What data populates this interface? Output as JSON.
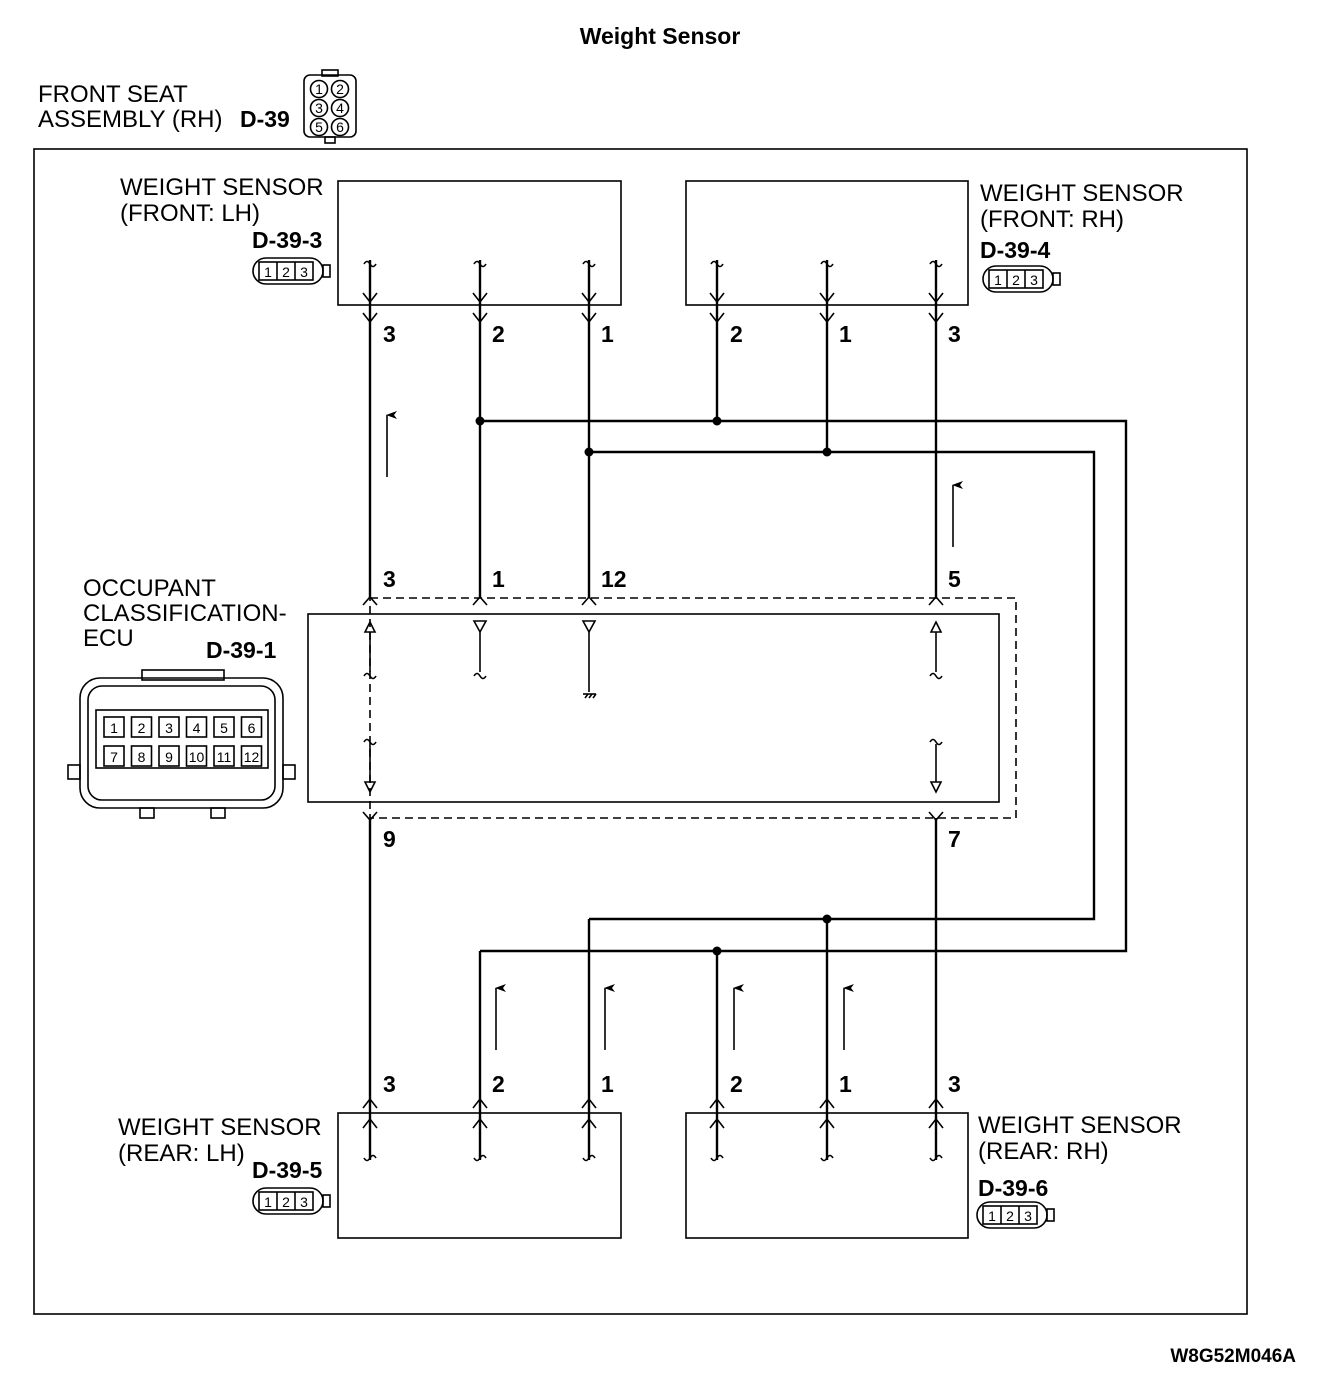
{
  "title": "Weight Sensor",
  "harness": {
    "label_line1": "FRONT SEAT",
    "label_line2": "ASSEMBLY (RH)",
    "connector": "D-39",
    "pins": [
      "1",
      "2",
      "3",
      "4",
      "5",
      "6"
    ]
  },
  "sensors": {
    "front_lh": {
      "line1": "WEIGHT SENSOR",
      "line2": "(FRONT: LH)",
      "connector": "D-39-3",
      "face_pins": [
        "1",
        "2",
        "3"
      ],
      "pins": [
        "3",
        "2",
        "1"
      ]
    },
    "front_rh": {
      "line1": "WEIGHT SENSOR",
      "line2": "(FRONT: RH)",
      "connector": "D-39-4",
      "face_pins": [
        "1",
        "2",
        "3"
      ],
      "pins": [
        "2",
        "1",
        "3"
      ]
    },
    "rear_lh": {
      "line1": "WEIGHT SENSOR",
      "line2": "(REAR: LH)",
      "connector": "D-39-5",
      "face_pins": [
        "1",
        "2",
        "3"
      ],
      "pins": [
        "3",
        "2",
        "1"
      ]
    },
    "rear_rh": {
      "line1": "WEIGHT SENSOR",
      "line2": "(REAR: RH)",
      "connector": "D-39-6",
      "face_pins": [
        "1",
        "2",
        "3"
      ],
      "pins": [
        "2",
        "1",
        "3"
      ]
    }
  },
  "ecu": {
    "line1": "OCCUPANT",
    "line2": "CLASSIFICATION-",
    "line3": "ECU",
    "connector": "D-39-1",
    "top_pins": [
      "3",
      "1",
      "12",
      "5"
    ],
    "bottom_pins": [
      "9",
      "7"
    ],
    "face_pins_row1": [
      "1",
      "2",
      "3",
      "4",
      "5",
      "6"
    ],
    "face_pins_row2": [
      "7",
      "8",
      "9",
      "10",
      "11",
      "12"
    ]
  },
  "figure_code": "W8G52M046A"
}
